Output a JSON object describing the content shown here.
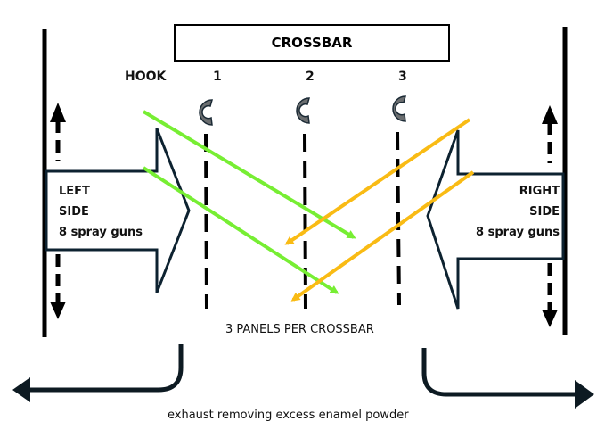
{
  "diagram": {
    "crossbar_label": "CROSSBAR",
    "hook_label": "HOOK",
    "hooks": [
      {
        "number": "1"
      },
      {
        "number": "2"
      },
      {
        "number": "3"
      }
    ],
    "left_side": {
      "line1": "LEFT",
      "line2": "SIDE",
      "line3": "8 spray guns"
    },
    "right_side": {
      "line1": "RIGHT",
      "line2": "SIDE",
      "line3": "8 spray guns"
    },
    "panels_caption": "3 PANELS PER CROSSBAR",
    "exhaust_caption": "exhaust removing excess enamel powder",
    "colors": {
      "left_spray": "#77ee33",
      "right_spray": "#f9bb14",
      "outline": "#0d2230",
      "hook": "#6b6e70",
      "line": "#000000"
    }
  }
}
